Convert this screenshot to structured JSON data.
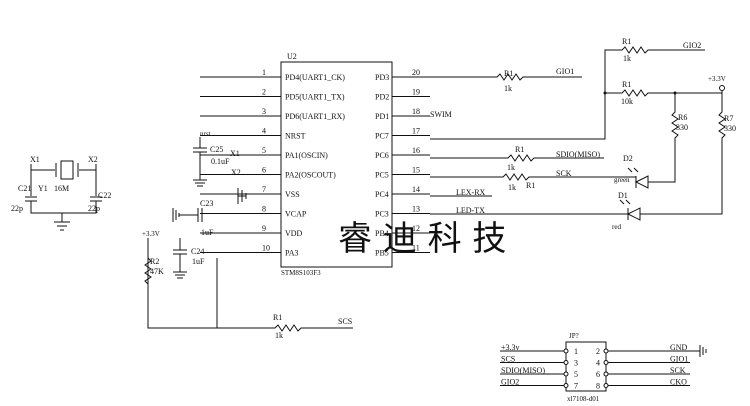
{
  "ic": {
    "ref": "U2",
    "part": "STM8S103F3",
    "left_pins": [
      {
        "num": "1",
        "name": "PD4(UART1_CK)"
      },
      {
        "num": "2",
        "name": "PD5(UART1_TX)"
      },
      {
        "num": "3",
        "name": "PD6(UART1_RX)"
      },
      {
        "num": "4",
        "name": "NRST"
      },
      {
        "num": "5",
        "name": "PA1(OSCIN)"
      },
      {
        "num": "6",
        "name": "PA2(OSCOUT)"
      },
      {
        "num": "7",
        "name": "VSS"
      },
      {
        "num": "8",
        "name": "VCAP"
      },
      {
        "num": "9",
        "name": "VDD"
      },
      {
        "num": "10",
        "name": "PA3"
      }
    ],
    "right_pins": [
      {
        "num": "20",
        "name": "PD3"
      },
      {
        "num": "19",
        "name": "PD2"
      },
      {
        "num": "18",
        "name": "PD1"
      },
      {
        "num": "17",
        "name": "PC7"
      },
      {
        "num": "16",
        "name": "PC6"
      },
      {
        "num": "15",
        "name": "PC5"
      },
      {
        "num": "14",
        "name": "PC4"
      },
      {
        "num": "13",
        "name": "PC3"
      },
      {
        "num": "12",
        "name": "PB4"
      },
      {
        "num": "11",
        "name": "PB5"
      }
    ]
  },
  "nets": {
    "gio1": "GIO1",
    "gio2": "GIO2",
    "swim": "SWIM",
    "sdio": "SDIO(MISO)",
    "sck": "SCK",
    "lex_rx": "LEX-RX",
    "led_tx": "LED-TX",
    "scs": "SCS",
    "nrst": "nrst",
    "x1": "X1",
    "x2": "X2",
    "vcc_top": "+3.3V",
    "vcc_left": "+3.3V"
  },
  "components": {
    "r1_gio1": {
      "ref": "R1",
      "value": "1k"
    },
    "r1_gio2": {
      "ref": "R1",
      "value": "1k"
    },
    "r1_pullup": {
      "ref": "R1",
      "value": "10k"
    },
    "r1_sdio": {
      "ref": "R1",
      "value": "1k"
    },
    "r1_sck": {
      "ref": "R1",
      "value": "1k"
    },
    "r1_scs": {
      "ref": "R1",
      "value": "1k"
    },
    "r6": {
      "ref": "R6",
      "value": "330"
    },
    "r7": {
      "ref": "R7",
      "value": "330"
    },
    "r2": {
      "ref": "R2",
      "value": "47K"
    },
    "d2": {
      "ref": "D2",
      "value": "green"
    },
    "d1": {
      "ref": "D1",
      "value": "red"
    },
    "c25": {
      "ref": "C25",
      "value": "0.1uF"
    },
    "c23": {
      "ref": "C23",
      "value": "1uF"
    },
    "c24": {
      "ref": "C24",
      "value": "1uF"
    },
    "c21": {
      "ref": "C21",
      "value": "22p"
    },
    "c22": {
      "ref": "C22",
      "value": "22p"
    },
    "y1": {
      "ref": "Y1",
      "value": "16M"
    }
  },
  "connector": {
    "ref": "JP?",
    "part": "xl7108-d01",
    "left": [
      {
        "net": "+3.3v",
        "pin": "1"
      },
      {
        "net": "SCS",
        "pin": "3"
      },
      {
        "net": "SDIO(MISO)",
        "pin": "5"
      },
      {
        "net": "GIO2",
        "pin": "7"
      }
    ],
    "right": [
      {
        "pin": "2",
        "net": "GND"
      },
      {
        "pin": "4",
        "net": "GIO1"
      },
      {
        "pin": "6",
        "net": "SCK"
      },
      {
        "pin": "8",
        "net": "CKO"
      }
    ]
  },
  "watermark": "睿 迪 科 技"
}
